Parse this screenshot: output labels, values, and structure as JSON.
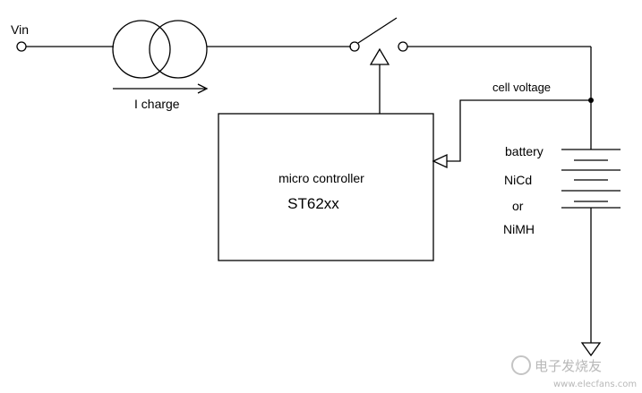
{
  "labels": {
    "vin": "Vin",
    "i_charge": "I charge",
    "cell_voltage": "cell voltage",
    "mcu_line1": "micro controller",
    "mcu_line2": "ST62xx",
    "battery": "battery",
    "nicd": "NiCd",
    "or": "or",
    "nimh": "NiMH"
  },
  "watermark": {
    "text": "电子发烧友",
    "url": "www.elecfans.com"
  },
  "colors": {
    "line": "#000000",
    "background": "#ffffff",
    "watermark": "#b8b8b8"
  }
}
